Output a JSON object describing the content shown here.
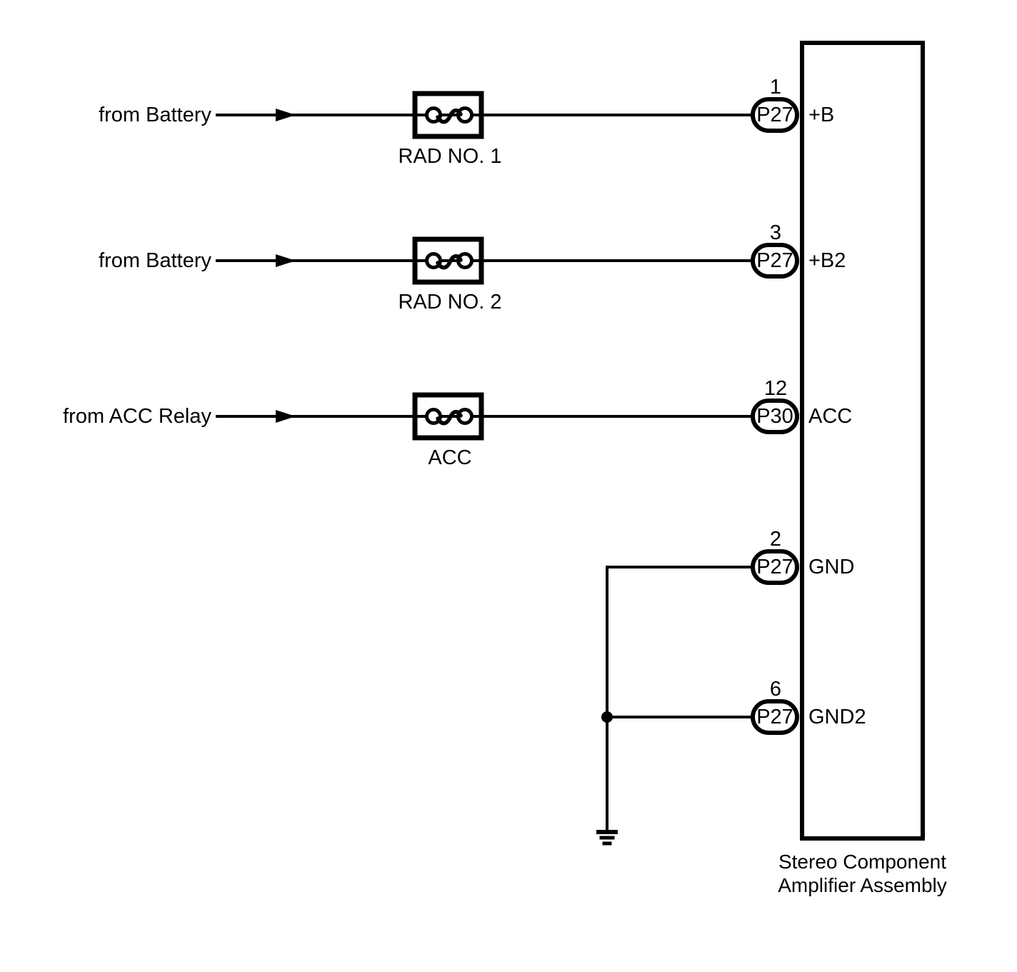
{
  "palette": {
    "ink": "#000000",
    "background": "#ffffff"
  },
  "component": {
    "title_line1": "Stereo Component",
    "title_line2": "Amplifier Assembly"
  },
  "feeds": [
    {
      "source": "from Battery",
      "fuse": "RAD NO. 1",
      "pin": "1",
      "connector": "P27",
      "terminal": "+B"
    },
    {
      "source": "from Battery",
      "fuse": "RAD NO. 2",
      "pin": "3",
      "connector": "P27",
      "terminal": "+B2"
    },
    {
      "source": "from ACC Relay",
      "fuse": "ACC",
      "pin": "12",
      "connector": "P30",
      "terminal": "ACC"
    }
  ],
  "grounds": [
    {
      "pin": "2",
      "connector": "P27",
      "terminal": "GND"
    },
    {
      "pin": "6",
      "connector": "P27",
      "terminal": "GND2"
    }
  ],
  "icons": {
    "fuse": "fuse-icon",
    "flow_arrow": "flow-arrow-icon",
    "ground": "ground-icon",
    "junction": "junction-dot"
  }
}
